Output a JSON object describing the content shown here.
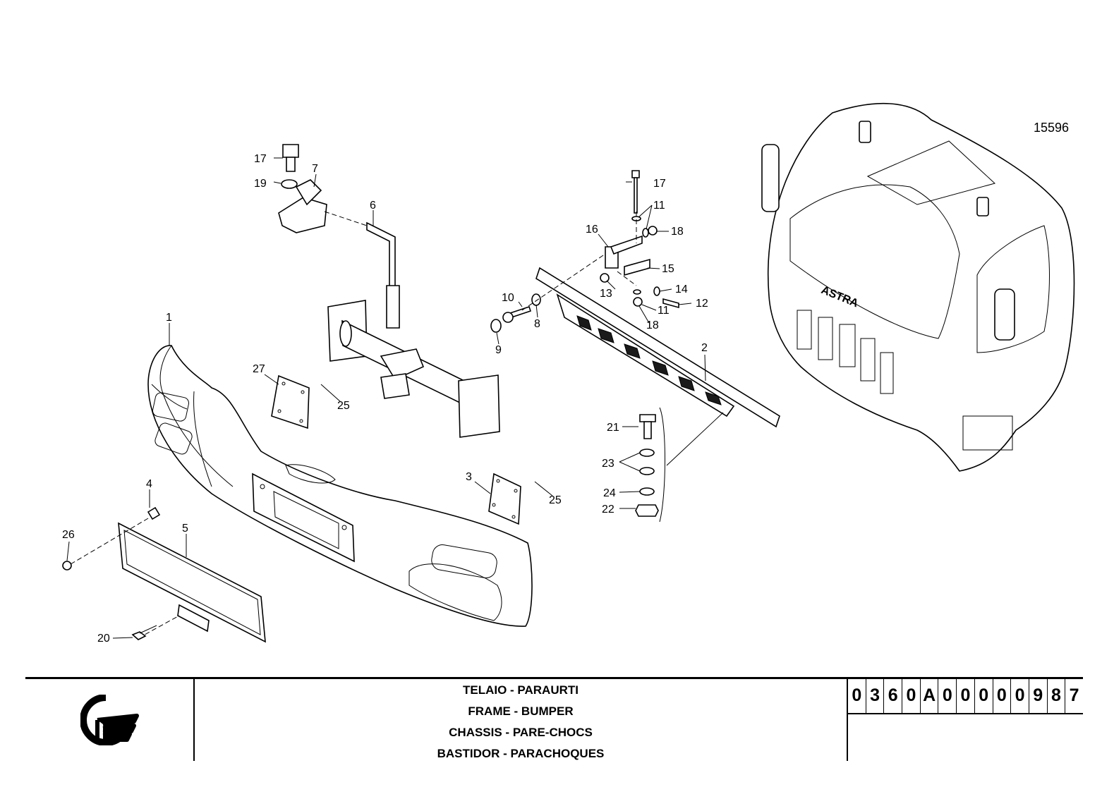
{
  "drawing_number": "15596",
  "callouts": [
    "1",
    "2",
    "3",
    "4",
    "5",
    "6",
    "7",
    "8",
    "9",
    "10",
    "11",
    "11",
    "12",
    "13",
    "14",
    "15",
    "16",
    "17",
    "17",
    "18",
    "18",
    "19",
    "20",
    "21",
    "22",
    "23",
    "24",
    "25",
    "25",
    "26",
    "27"
  ],
  "cab_brand_text": "ASTRA",
  "title_block": {
    "logo_icon": "astra-logo-icon",
    "lines": [
      "TELAIO - PARAURTI",
      "FRAME - BUMPER",
      "CHASSIS - PARE-CHOCS",
      "BASTIDOR - PARACHOQUES"
    ],
    "code": [
      "0",
      "3",
      "6",
      "0",
      "A",
      "0",
      "0",
      "0",
      "0",
      "0",
      "9",
      "8",
      "7"
    ]
  }
}
